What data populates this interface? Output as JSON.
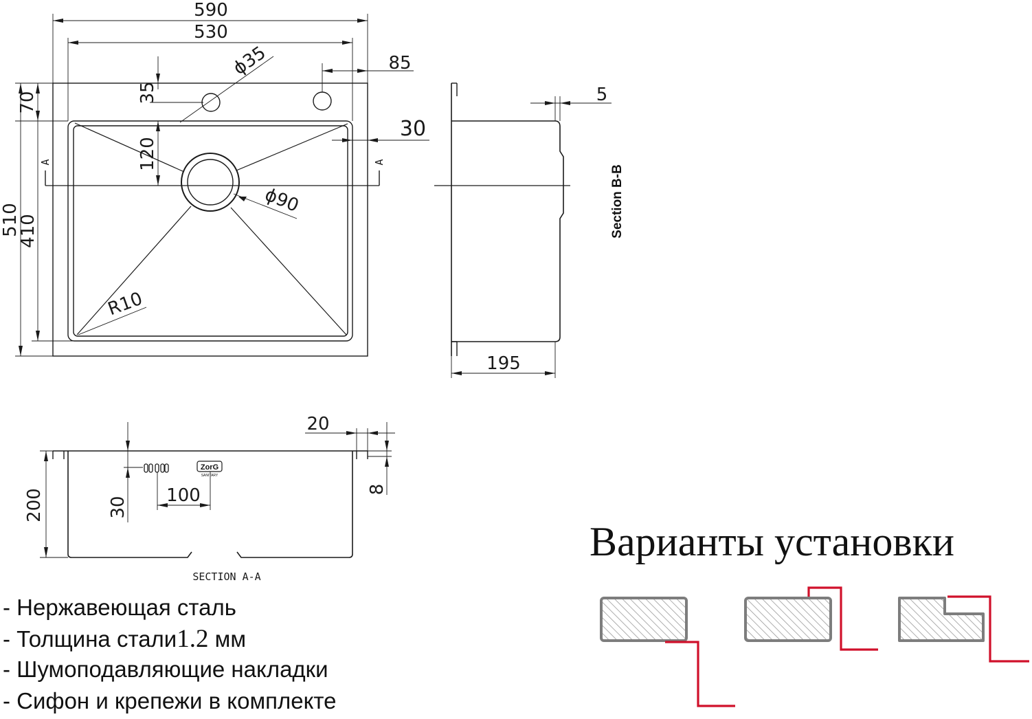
{
  "top_view": {
    "dims": {
      "width_outer": "590",
      "width_inner": "530",
      "hole_small": "ϕ35",
      "offset_right": "85",
      "hole_offset_vertical": "35",
      "top_margin": "70",
      "rim_offset": "30",
      "drain_offset": "120",
      "drain": "ϕ90",
      "depth_outer": "510",
      "depth_inner": "410",
      "radius": "R10",
      "section_marker_left": "A",
      "section_marker_right": "A"
    }
  },
  "side_view": {
    "dims": {
      "rim": "5",
      "depth": "195"
    },
    "label": "Section B-B"
  },
  "section_view": {
    "dims": {
      "flange_width": "20",
      "flange_height": "8",
      "height": "200",
      "overflow_height": "30",
      "overflow_width": "100"
    },
    "logo_text": "ZorG",
    "logo_sub": "SANITARY",
    "label": "SECTION A-A"
  },
  "features": [
    {
      "prefix": "- Нержавеющая сталь",
      "number": "",
      "suffix": ""
    },
    {
      "prefix": "- Толщина стали",
      "number": "1.2",
      "suffix": " мм"
    },
    {
      "prefix": "- Шумоподавляющие накладки",
      "number": "",
      "suffix": ""
    },
    {
      "prefix": "- Сифон и крепежи в комплекте",
      "number": "",
      "suffix": ""
    }
  ],
  "installation": {
    "title": "Варианты установки",
    "variants": [
      "undermount",
      "overmount",
      "flush-mount"
    ],
    "accent_color": "#d0112b",
    "outline_color": "#7d7d7d"
  }
}
